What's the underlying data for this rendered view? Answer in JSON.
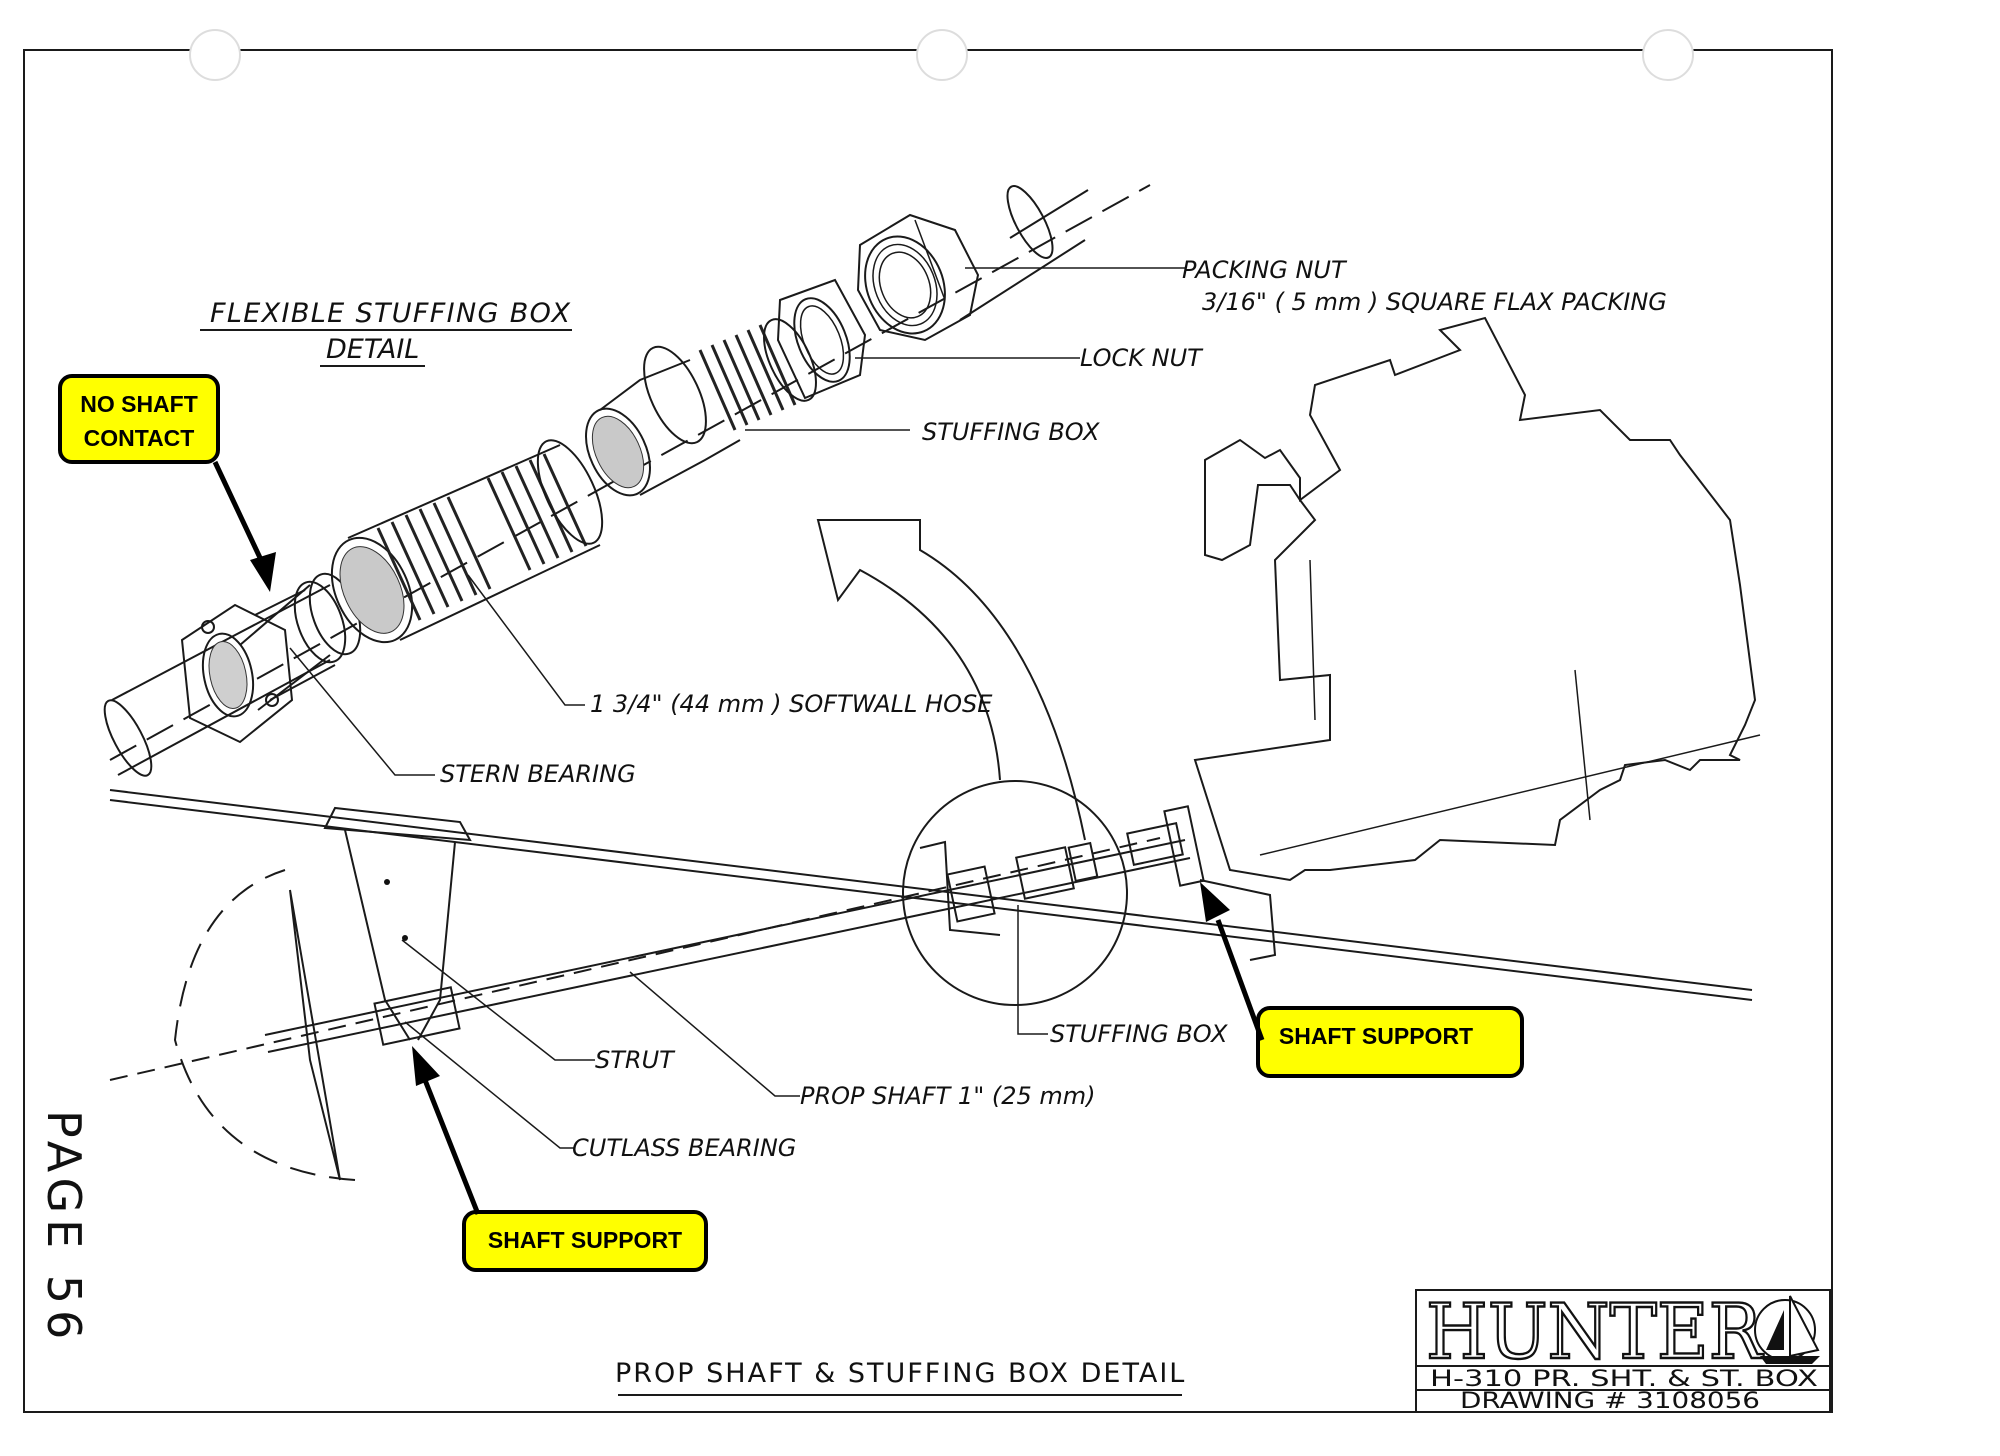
{
  "diagram": {
    "title_main": "FLEXIBLE STUFFING BOX",
    "title_sub": "DETAIL",
    "bottom_title": "PROP SHAFT & STUFFING BOX DETAIL",
    "page_label": "PAGE 56",
    "labels": {
      "packing_nut": "PACKING NUT",
      "flax_packing": "3/16\" ( 5 mm ) SQUARE FLAX PACKING",
      "lock_nut": "LOCK NUT",
      "stuffing_box_top": "STUFFING BOX",
      "softwall_hose": "1 3/4\" (44 mm ) SOFTWALL HOSE",
      "stern_bearing": "STERN BEARING",
      "strut": "STRUT",
      "prop_shaft": "PROP SHAFT 1\" (25 mm)",
      "cutlass_bearing": "CUTLASS BEARING",
      "stuffing_box_bottom": "STUFFING BOX"
    },
    "callouts": {
      "no_shaft_line1": "NO SHAFT",
      "no_shaft_line2": "CONTACT",
      "shaft_support_right": "SHAFT SUPPORT",
      "shaft_support_bottom": "SHAFT SUPPORT"
    },
    "title_block": {
      "logo": "HUNTER",
      "line1": "H-310 PR. SHT. & ST. BOX",
      "line2": "DRAWING # 3108056"
    },
    "colors": {
      "callout_fill": "#ffff00",
      "line": "#1a1a1a"
    }
  }
}
